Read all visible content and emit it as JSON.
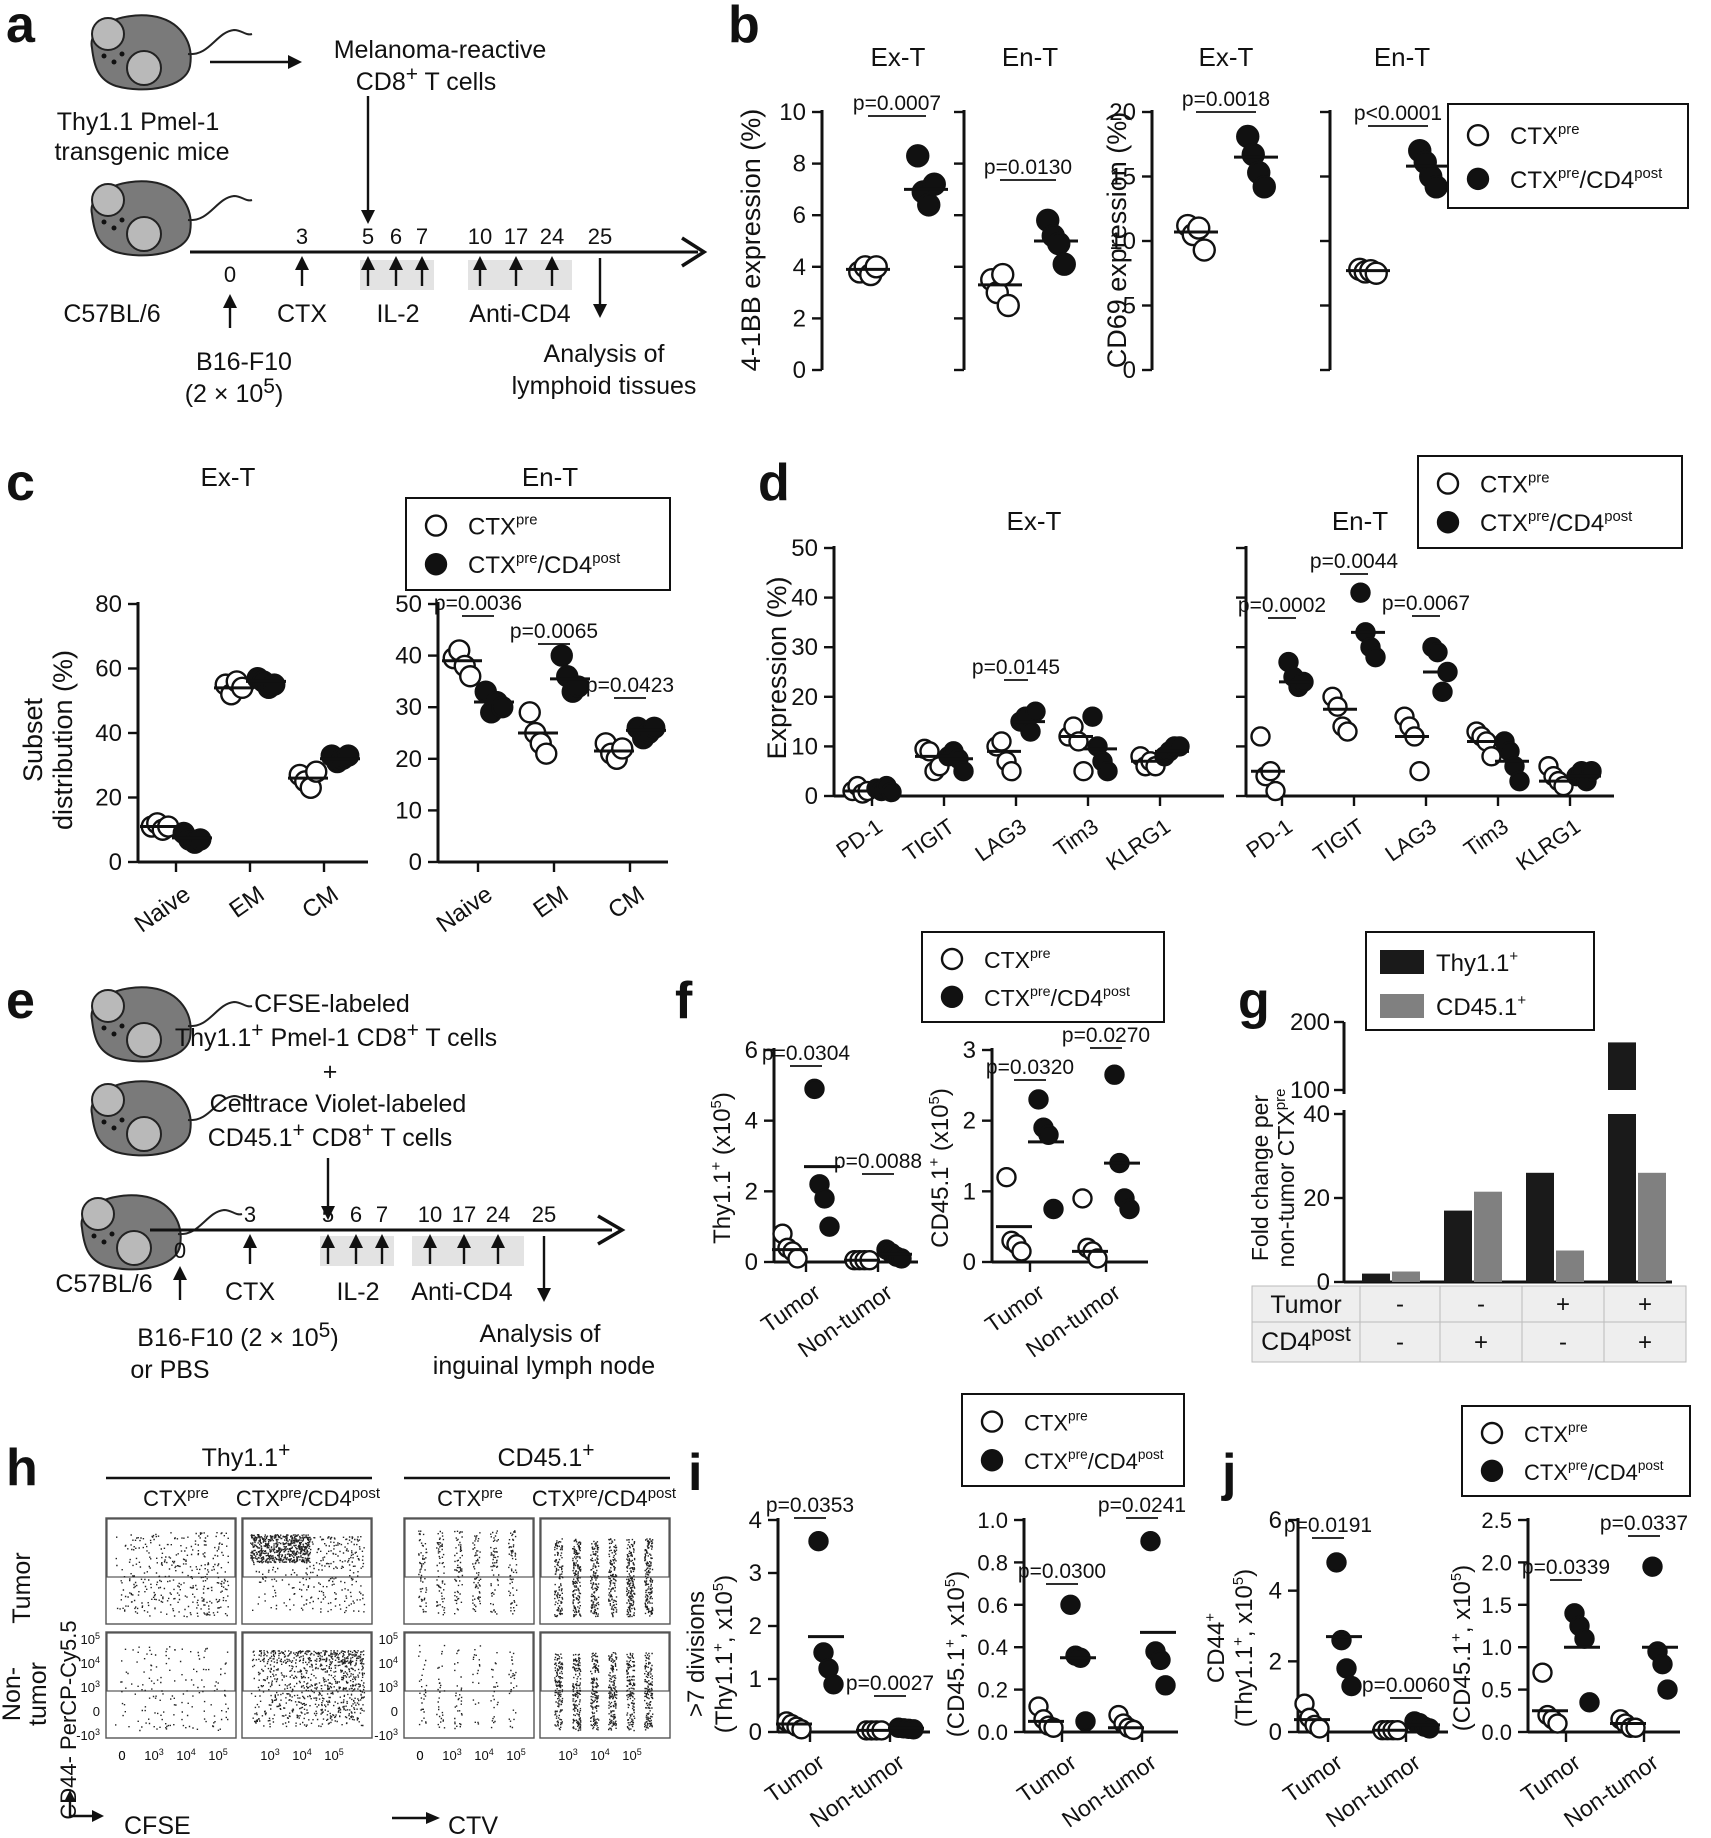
{
  "panel_labels": {
    "a": "a",
    "b": "b",
    "c": "c",
    "d": "d",
    "e": "e",
    "f": "f",
    "g": "g",
    "h": "h",
    "i": "i",
    "j": "j"
  },
  "legend": {
    "ctx_base": "CTX",
    "sup_pre": "pre",
    "ctx_cd4_mid": "/CD4",
    "sup_post": "post"
  },
  "schematic_a": {
    "mouse_top_label_1": "Thy1.1 Pmel-1",
    "mouse_top_label_2": "transgenic mice",
    "cells_label_1": "Melanoma-reactive",
    "cells_label_2_pre": "CD8",
    "cells_label_2_sup": "+",
    "cells_label_2_post": " T cells",
    "host_label": "C57BL/6",
    "days": [
      "0",
      "3",
      "5",
      "6",
      "7",
      "10",
      "17",
      "24",
      "25"
    ],
    "ctx_label": "CTX",
    "il2_label": "IL-2",
    "anticd4_label": "Anti-CD4",
    "tumor_label_1": "B16-F10",
    "tumor_label_2_pre": "(2 × 10",
    "tumor_label_2_sup": "5",
    "tumor_label_2_post": ")",
    "analysis_label_1": "Analysis of",
    "analysis_label_2": "lymphoid tissues"
  },
  "schematic_e": {
    "cfse_label_1": "CFSE-labeled",
    "cfse_label_2a": "Thy1.1",
    "cfse_label_2b": " Pmel-1 CD8",
    "cfse_label_2c": " T cells",
    "plus_sign": "+",
    "ctv_label_1": "Celltrace Violet-labeled",
    "ctv_label_2a": "CD45.1",
    "ctv_label_2b": " CD8",
    "ctv_label_2c": " T cells",
    "sup_plus": "+",
    "host_label": "C57BL/6",
    "days": [
      "0",
      "3",
      "5",
      "6",
      "7",
      "10",
      "17",
      "24",
      "25"
    ],
    "ctx_label": "CTX",
    "il2_label": "IL-2",
    "anticd4_label": "Anti-CD4",
    "tumor_label_1_pre": "B16-F10 (2 × 10",
    "tumor_label_1_sup": "5",
    "tumor_label_1_post": ")",
    "tumor_label_2": "or PBS",
    "analysis_label_1": "Analysis of",
    "analysis_label_2": "inguinal lymph node"
  },
  "flow_h": {
    "group_1": "Thy1.1",
    "group_2": "CD45.1",
    "group_sup": "+",
    "col_ctx": "CTX",
    "col_ctx_cd4": "CTX",
    "row_1": "Tumor",
    "row_2a": "Non-",
    "row_2b": "tumor",
    "y_axis": "CD44- PerCP-Cy5.5",
    "x_axis_1": "CFSE",
    "x_axis_2": "CTV",
    "x_ticks": [
      "0",
      "10",
      "10",
      "10"
    ],
    "x_tick_exp": [
      "",
      "3",
      "4",
      "5"
    ],
    "y_ticks": [
      "-10",
      "0",
      "10",
      "10",
      "10"
    ],
    "y_tick_exp": [
      "3",
      "",
      "3",
      "4",
      "5"
    ]
  },
  "table_g": {
    "row_1": "Tumor",
    "row_2_pre": "CD4",
    "row_2_sup": "post",
    "tumor_vals": [
      "-",
      "-",
      "+",
      "+"
    ],
    "cd4_vals": [
      "-",
      "+",
      "-",
      "+"
    ]
  },
  "chart_data": [
    {
      "id": "b1",
      "type": "scatter",
      "title": "Ex-T",
      "ylabel": "4-1BB expression (%)",
      "ylim": [
        0,
        10
      ],
      "yticks": [
        "0",
        "2",
        "4",
        "6",
        "8",
        "10"
      ],
      "series": [
        {
          "name": "CTXpre",
          "values": [
            3.8,
            4.0,
            3.7,
            4.0
          ]
        },
        {
          "name": "CTXpre/CD4post",
          "values": [
            8.3,
            6.9,
            6.4,
            7.2
          ]
        }
      ],
      "means": [
        3.9,
        7.0
      ],
      "pvalues": [
        {
          "text": "p=0.0007"
        }
      ]
    },
    {
      "id": "b2",
      "type": "scatter",
      "title": "En-T",
      "ylabel": "",
      "ylim": [
        0,
        10
      ],
      "yticks": [],
      "series": [
        {
          "name": "CTXpre",
          "values": [
            3.5,
            3.0,
            3.7,
            2.5
          ]
        },
        {
          "name": "CTXpre/CD4post",
          "values": [
            5.8,
            5.2,
            4.9,
            4.1
          ]
        }
      ],
      "means": [
        3.3,
        5.0
      ],
      "pvalues": [
        {
          "text": "p=0.0130"
        }
      ]
    },
    {
      "id": "b3",
      "type": "scatter",
      "title": "Ex-T",
      "ylabel": "CD69 expression (%)",
      "ylim": [
        0,
        20
      ],
      "yticks": [
        "0",
        "5",
        "10",
        "15",
        "20"
      ],
      "series": [
        {
          "name": "CTXpre",
          "values": [
            11.2,
            10.5,
            11.0,
            9.3
          ]
        },
        {
          "name": "CTXpre/CD4post",
          "values": [
            18.1,
            16.7,
            15.3,
            14.2
          ]
        }
      ],
      "means": [
        10.7,
        16.5
      ],
      "pvalues": [
        {
          "text": "p=0.0018"
        }
      ]
    },
    {
      "id": "b4",
      "type": "scatter",
      "title": "En-T",
      "ylabel": "",
      "ylim": [
        0,
        20
      ],
      "yticks": [],
      "series": [
        {
          "name": "CTXpre",
          "values": [
            7.8,
            7.6,
            7.7,
            7.5
          ]
        },
        {
          "name": "CTXpre/CD4post",
          "values": [
            17.0,
            16.1,
            15.0,
            14.2
          ]
        }
      ],
      "means": [
        7.7,
        15.8
      ],
      "pvalues": [
        {
          "text": "p<0.0001"
        }
      ]
    },
    {
      "id": "c1",
      "type": "scatter",
      "title": "Ex-T",
      "ylabel": "Subset distribution (%)",
      "ylim": [
        0,
        80
      ],
      "yticks": [
        "0",
        "20",
        "40",
        "60",
        "80"
      ],
      "categories": [
        "Naive",
        "EM",
        "CM"
      ],
      "groups": [
        {
          "pre": [
            11,
            12,
            10,
            11
          ],
          "post": [
            9,
            7,
            6,
            7
          ],
          "means": [
            11,
            7.5
          ]
        },
        {
          "pre": [
            55,
            52,
            56,
            54
          ],
          "post": [
            57,
            56,
            54,
            55
          ],
          "means": [
            54,
            56
          ]
        },
        {
          "pre": [
            27,
            25,
            23,
            28
          ],
          "post": [
            33,
            31,
            32,
            33
          ],
          "means": [
            26,
            32
          ]
        }
      ],
      "pvalues": []
    },
    {
      "id": "c2",
      "type": "scatter",
      "title": "En-T",
      "ylabel": "",
      "ylim": [
        0,
        50
      ],
      "yticks": [
        "0",
        "10",
        "20",
        "30",
        "40",
        "50"
      ],
      "categories": [
        "Naive",
        "EM",
        "CM"
      ],
      "groups": [
        {
          "pre": [
            39.5,
            41,
            38,
            36
          ],
          "post": [
            33,
            29,
            31,
            30
          ],
          "means": [
            39,
            31
          ]
        },
        {
          "pre": [
            29,
            25,
            23,
            21
          ],
          "post": [
            40,
            36,
            33,
            34
          ],
          "means": [
            25,
            35.5
          ]
        },
        {
          "pre": [
            23,
            21,
            20,
            22
          ],
          "post": [
            26,
            24,
            25,
            26
          ],
          "means": [
            21.5,
            25.5
          ]
        }
      ],
      "pvalues": [
        {
          "text": "p=0.0036"
        },
        {
          "text": "p=0.0065"
        },
        {
          "text": "p=0.0423"
        }
      ]
    },
    {
      "id": "d1",
      "type": "scatter",
      "title": "Ex-T",
      "ylabel": "Expression (%)",
      "ylim": [
        0,
        50
      ],
      "yticks": [
        "0",
        "10",
        "20",
        "30",
        "40",
        "50"
      ],
      "categories": [
        "PD-1",
        "TIGIT",
        "LAG3",
        "Tim3",
        "KLRG1"
      ],
      "groups": [
        {
          "pre": [
            1,
            2,
            0.5,
            1
          ],
          "post": [
            1.5,
            1,
            2,
            0.8
          ],
          "means": [
            1,
            1
          ]
        },
        {
          "pre": [
            9.5,
            9,
            5,
            6
          ],
          "post": [
            8,
            9,
            7.5,
            5
          ],
          "means": [
            8,
            7.5
          ]
        },
        {
          "pre": [
            10,
            11,
            7,
            5
          ],
          "post": [
            15,
            16,
            13,
            17
          ],
          "means": [
            9,
            15
          ]
        },
        {
          "pre": [
            12,
            14,
            11,
            5
          ],
          "post": [
            16,
            10,
            7,
            5
          ],
          "means": [
            12,
            9.5
          ]
        },
        {
          "pre": [
            8,
            6,
            7,
            6
          ],
          "post": [
            8,
            9,
            10,
            10
          ],
          "means": [
            7,
            9
          ]
        }
      ],
      "pvalues": [
        {
          "text": "p=0.0145"
        }
      ]
    },
    {
      "id": "d2",
      "type": "scatter",
      "title": "En-T",
      "ylabel": "",
      "ylim": [
        0,
        50
      ],
      "yticks": [],
      "categories": [
        "PD-1",
        "TIGIT",
        "LAG3",
        "Tim3",
        "KLRG1"
      ],
      "groups": [
        {
          "pre": [
            12,
            4,
            5,
            1
          ],
          "post": [
            27,
            24,
            22,
            23
          ],
          "means": [
            5,
            23
          ]
        },
        {
          "pre": [
            20,
            18,
            14,
            13
          ],
          "post": [
            41,
            33,
            30,
            28
          ],
          "means": [
            17.5,
            33
          ]
        },
        {
          "pre": [
            16,
            14,
            12,
            5
          ],
          "post": [
            30,
            29,
            21,
            25
          ],
          "means": [
            12,
            25
          ]
        },
        {
          "pre": [
            13,
            12,
            11,
            8
          ],
          "post": [
            11,
            9,
            6,
            3
          ],
          "means": [
            11,
            7
          ]
        },
        {
          "pre": [
            6,
            4,
            3,
            2
          ],
          "post": [
            4,
            5,
            3,
            5
          ],
          "means": [
            3,
            4
          ]
        }
      ],
      "pvalues": [
        {
          "text": "p=0.0002"
        },
        {
          "text": "p=0.0044"
        },
        {
          "text": "p=0.0067"
        }
      ]
    },
    {
      "id": "f1",
      "type": "scatter",
      "ylabel_pre": "Thy1.1",
      "ylabel_sup": "+",
      "ylabel_post": " (x10",
      "ylabel_exp": "5",
      "ylabel_end": ")",
      "ylim": [
        0,
        6
      ],
      "yticks": [
        "0",
        "2",
        "4",
        "6"
      ],
      "categories": [
        "Tumor",
        "Non-tumor"
      ],
      "groups": [
        {
          "pre": [
            0.8,
            0.4,
            0.3,
            0.1
          ],
          "post": [
            4.9,
            2.2,
            1.8,
            1.0
          ],
          "means": [
            0.35,
            2.7
          ]
        },
        {
          "pre": [
            0.05,
            0.05,
            0.05,
            0.05
          ],
          "post": [
            0.35,
            0.25,
            0.15,
            0.1
          ],
          "means": [
            0.05,
            0.22
          ]
        }
      ],
      "pvalues": [
        {
          "text": "p=0.0304"
        },
        {
          "text": "p=0.0088"
        }
      ]
    },
    {
      "id": "f2",
      "type": "scatter",
      "ylabel_pre": "CD45.1",
      "ylabel_sup": "+",
      "ylabel_post": " (x10",
      "ylabel_exp": "5",
      "ylabel_end": ")",
      "ylim": [
        0,
        3
      ],
      "yticks": [
        "0",
        "1",
        "2",
        "3"
      ],
      "categories": [
        "Tumor",
        "Non-tumor"
      ],
      "groups": [
        {
          "pre": [
            1.2,
            0.3,
            0.25,
            0.15
          ],
          "post": [
            2.3,
            1.9,
            1.8,
            0.75
          ],
          "means": [
            0.5,
            1.7
          ]
        },
        {
          "pre": [
            0.9,
            0.2,
            0.15,
            0.05
          ],
          "post": [
            2.65,
            1.4,
            0.9,
            0.75
          ],
          "means": [
            0.15,
            1.4
          ]
        }
      ],
      "pvalues": [
        {
          "text": "p=0.0320"
        },
        {
          "text": "p=0.0270"
        }
      ]
    },
    {
      "id": "g",
      "type": "bar",
      "ylabel_1": "Fold change per",
      "ylabel_2_pre": "non-tumor CTX",
      "ylabel_2_sup": "pre",
      "segments": [
        [
          0,
          40
        ],
        [
          100,
          200
        ]
      ],
      "yticks": [
        "0",
        "20",
        "40",
        "100",
        "200"
      ],
      "series": [
        {
          "name": "Thy1.1+",
          "legend_pre": "Thy1.1",
          "legend_sup": "+",
          "color": "#1a1a1a",
          "values": [
            2,
            17,
            26,
            170
          ]
        },
        {
          "name": "CD45.1+",
          "legend_pre": "CD45.1",
          "legend_sup": "+",
          "color": "#808080",
          "values": [
            2.5,
            21.5,
            7.5,
            26
          ]
        }
      ]
    },
    {
      "id": "i1",
      "type": "scatter",
      "ylabel_1": ">7 divisions",
      "ylabel_pre": "(Thy1.1",
      "ylabel_sup": "+",
      "ylabel_post": ", x10",
      "ylabel_exp": "5",
      "ylabel_end": ")",
      "ylim": [
        0,
        4
      ],
      "yticks": [
        "0",
        "1",
        "2",
        "3",
        "4"
      ],
      "categories": [
        "Tumor",
        "Non-tumor"
      ],
      "groups": [
        {
          "pre": [
            0.2,
            0.15,
            0.1,
            0.05
          ],
          "post": [
            3.6,
            1.5,
            1.2,
            0.9
          ],
          "means": [
            0.15,
            1.8
          ]
        },
        {
          "pre": [
            0.03,
            0.03,
            0.03,
            0.03
          ],
          "post": [
            0.08,
            0.07,
            0.06,
            0.05
          ],
          "means": [
            0.03,
            0.07
          ]
        }
      ],
      "pvalues": [
        {
          "text": "p=0.0353"
        },
        {
          "text": "p=0.0027"
        }
      ]
    },
    {
      "id": "i2",
      "type": "scatter",
      "ylabel_pre": "(CD45.1",
      "ylabel_sup": "+",
      "ylabel_post": ", x10",
      "ylabel_exp": "5",
      "ylabel_end": ")",
      "ylim": [
        0,
        1
      ],
      "yticks": [
        "0.0",
        "0.2",
        "0.4",
        "0.6",
        "0.8",
        "1.0"
      ],
      "categories": [
        "Tumor",
        "Non-tumor"
      ],
      "groups": [
        {
          "pre": [
            0.12,
            0.06,
            0.03,
            0.02
          ],
          "post": [
            0.6,
            0.36,
            0.35,
            0.05
          ],
          "means": [
            0.05,
            0.35
          ]
        },
        {
          "pre": [
            0.08,
            0.04,
            0.02,
            0.01
          ],
          "post": [
            0.9,
            0.38,
            0.34,
            0.22
          ],
          "means": [
            0.02,
            0.47
          ]
        }
      ],
      "pvalues": [
        {
          "text": "p=0.0300"
        },
        {
          "text": "p=0.0241"
        }
      ]
    },
    {
      "id": "j1",
      "type": "scatter",
      "ylabel_1_pre": "CD44",
      "ylabel_1_sup": "+",
      "ylabel_pre": "(Thy1.1",
      "ylabel_sup": "+",
      "ylabel_post": ", x10",
      "ylabel_exp": "5",
      "ylabel_end": ")",
      "ylim": [
        0,
        6
      ],
      "yticks": [
        "0",
        "2",
        "4",
        "6"
      ],
      "categories": [
        "Tumor",
        "Non-tumor"
      ],
      "groups": [
        {
          "pre": [
            0.8,
            0.4,
            0.2,
            0.1
          ],
          "post": [
            4.8,
            2.6,
            1.8,
            1.3
          ],
          "means": [
            0.35,
            2.7
          ]
        },
        {
          "pre": [
            0.05,
            0.05,
            0.05,
            0.05
          ],
          "post": [
            0.3,
            0.25,
            0.15,
            0.1
          ],
          "means": [
            0.05,
            0.2
          ]
        }
      ],
      "pvalues": [
        {
          "text": "p=0.0191"
        },
        {
          "text": "p=0.0060"
        }
      ]
    },
    {
      "id": "j2",
      "type": "scatter",
      "ylabel_pre": "(CD45.1",
      "ylabel_sup": "+",
      "ylabel_post": ", x10",
      "ylabel_exp": "5",
      "ylabel_end": ")",
      "ylim": [
        0,
        2.5
      ],
      "yticks": [
        "0.0",
        "0.5",
        "1.0",
        "1.5",
        "2.0",
        "2.5"
      ],
      "categories": [
        "Tumor",
        "Non-tumor"
      ],
      "groups": [
        {
          "pre": [
            0.7,
            0.2,
            0.15,
            0.1
          ],
          "post": [
            1.4,
            1.25,
            1.1,
            0.35
          ],
          "means": [
            0.25,
            1.0
          ]
        },
        {
          "pre": [
            0.15,
            0.1,
            0.05,
            0.05
          ],
          "post": [
            1.95,
            0.95,
            0.8,
            0.5
          ],
          "means": [
            0.1,
            1.0
          ]
        }
      ],
      "pvalues": [
        {
          "text": "p=0.0339"
        },
        {
          "text": "p=0.0337"
        }
      ]
    }
  ]
}
